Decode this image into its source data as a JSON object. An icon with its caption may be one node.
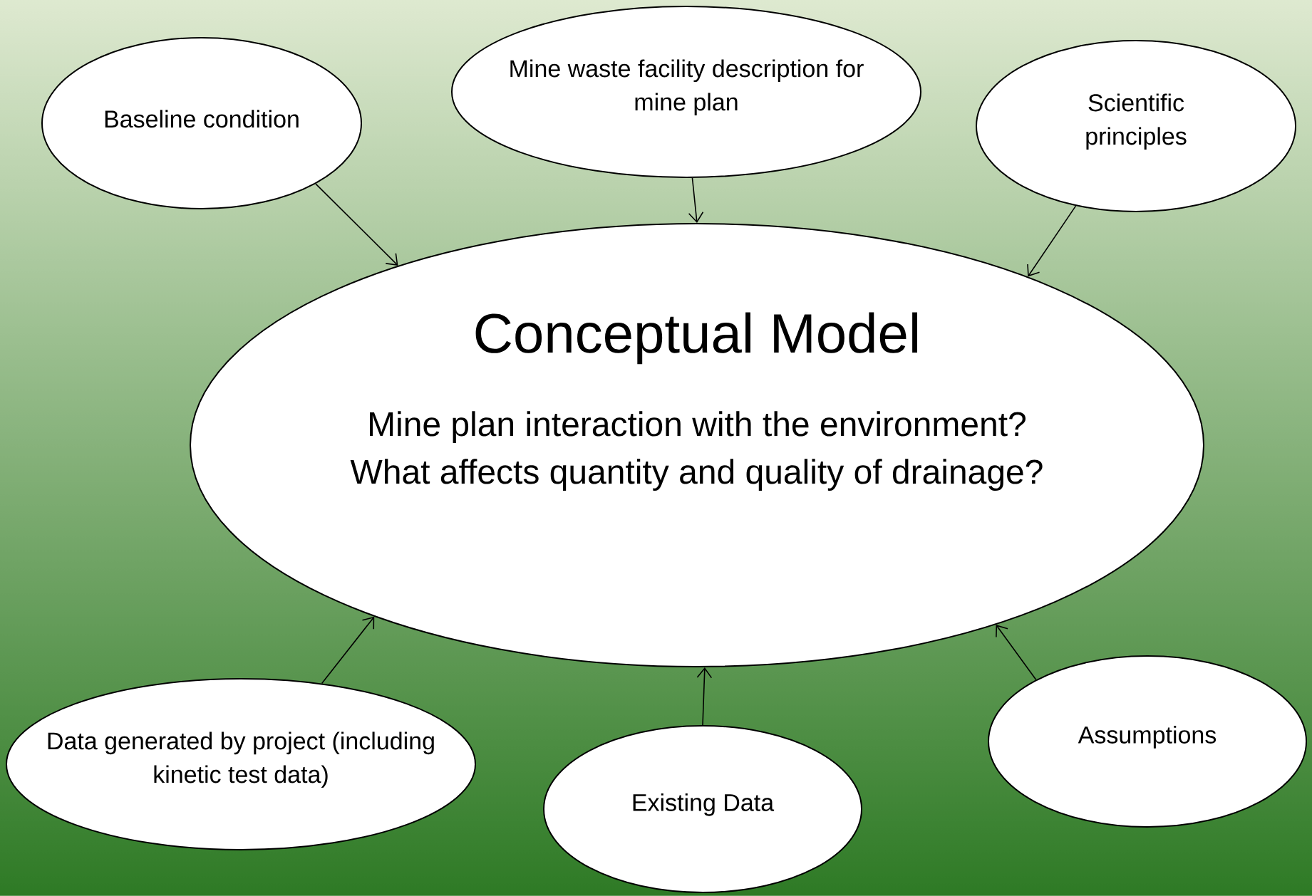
{
  "diagram": {
    "nodes": [
      {
        "text": [
          "Baseline condition"
        ]
      },
      {
        "text": [
          "Mine waste facility description for mine plan"
        ]
      },
      {
        "text": [
          "Scientific principles"
        ]
      },
      {
        "text": [
          "Conceptual Model",
          "Mine plan interaction with the environment?",
          "What affects quantity and quality of drainage?"
        ]
      },
      {
        "text": [
          "Data generated by project (including kinetic test data)"
        ]
      },
      {
        "text": [
          "Existing Data"
        ]
      },
      {
        "text": [
          "Assumptions"
        ]
      }
    ],
    "edges": [
      {
        "from": 0,
        "to": 3,
        "arrow": "to"
      },
      {
        "from": 1,
        "to": 3,
        "arrow": "to"
      },
      {
        "from": 2,
        "to": 3,
        "arrow": "to"
      },
      {
        "from": 4,
        "to": 3,
        "arrow": "to"
      },
      {
        "from": 5,
        "to": 3,
        "arrow": "to"
      },
      {
        "from": 6,
        "to": 3,
        "arrow": "to"
      }
    ]
  }
}
